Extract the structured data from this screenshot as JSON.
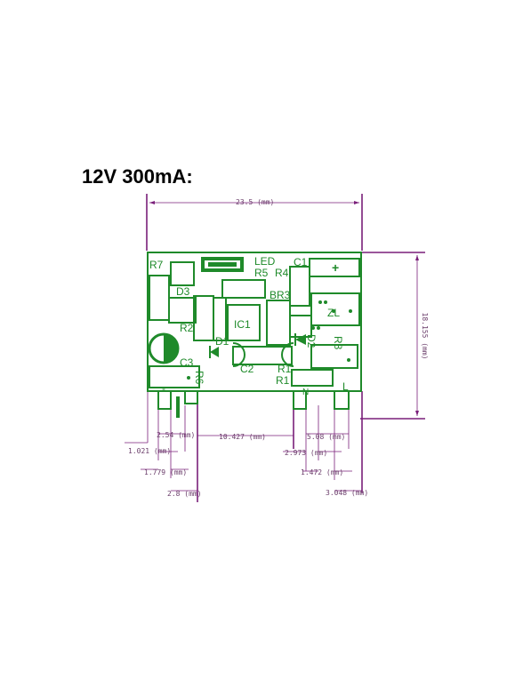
{
  "title": "12V 300mA:",
  "dimensions": {
    "width": "23.5 (mm)",
    "height": "18.155 (mm)",
    "d_2_54": "2.54 (mm)",
    "d_10_427": "10.427 (mm)",
    "d_5_08": "5.08 (mm)",
    "d_1_021": "1.021 (mm)",
    "d_2_973": "2.973 (mm)",
    "d_1_779": "1.779 (mm)",
    "d_1_472": "1.472 (mm)",
    "d_2_8": "2.8 (mm)",
    "d_3_048": "3.048 (mm)"
  },
  "components": {
    "r7": "R7",
    "d3": "D3",
    "led": "LED",
    "r5": "R5",
    "r4": "R4",
    "c1": "C1",
    "plus": "+",
    "br3": "BR3",
    "zl": "ZL",
    "ic1": "IC1",
    "r2": "R2",
    "d1": "D1",
    "d2": "D2",
    "r8": "R8",
    "c3": "C3",
    "c2": "C2",
    "r1a": "R1",
    "r1b": "R1",
    "r6": "R6",
    "n": "N",
    "l": "L",
    "minus": "-"
  },
  "colors": {
    "board": "#1f8a2a",
    "dimension": "#7a1f7a"
  }
}
